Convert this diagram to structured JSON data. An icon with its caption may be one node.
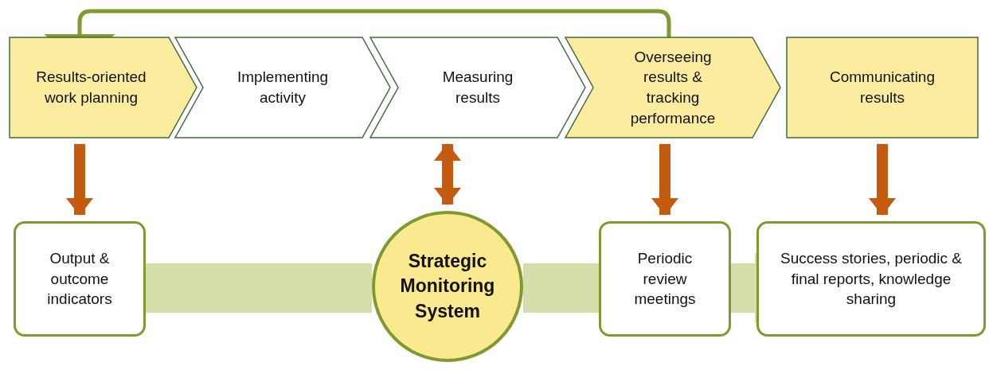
{
  "diagram": {
    "nodes": [
      {
        "text": [
          "Results-oriented work planning"
        ]
      },
      {
        "text": [
          "Implementing activity"
        ]
      },
      {
        "text": [
          "Measuring results"
        ]
      },
      {
        "text": [
          "Overseeing results & tracking performance"
        ]
      },
      {
        "text": [
          "Communicating results"
        ]
      },
      {
        "text": [
          "Output & outcome indicators"
        ]
      },
      {
        "text": [
          "Strategic Monitoring System"
        ]
      },
      {
        "text": [
          "Periodic review meetings"
        ]
      },
      {
        "text": [
          "Success stories, periodic & final reports, knowledge sharing"
        ]
      }
    ],
    "edges": [
      {
        "from": 3,
        "to": 0,
        "arrow": "to",
        "color": "#7f9a2e"
      },
      {
        "from": 0,
        "to": 5,
        "arrow": "to"
      },
      {
        "from": 2,
        "to": 6,
        "arrow": "both"
      },
      {
        "from": 3,
        "to": 7,
        "arrow": "to"
      },
      {
        "from": 4,
        "to": 8,
        "arrow": "to"
      },
      {
        "from": 5,
        "to": 6,
        "arrow": "none",
        "style": "thick",
        "color": "#d3deaa"
      },
      {
        "from": 6,
        "to": 7,
        "arrow": "none",
        "style": "thick",
        "color": "#d3deaa"
      },
      {
        "from": 7,
        "to": 8,
        "arrow": "to",
        "style": "thick",
        "color": "#d3deaa"
      }
    ]
  }
}
